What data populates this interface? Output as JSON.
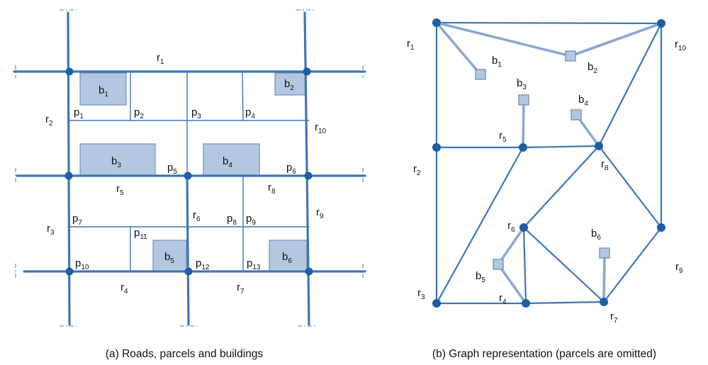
{
  "captions": {
    "a": "(a) Roads, parcels and buildings",
    "b": "(b) Graph representation (parcels are omitted)"
  },
  "colors": {
    "road": "#3b76b8",
    "node": "#1d5fa6",
    "building_fill": "#b3c8e0",
    "building_stroke": "#6f8fb8",
    "dash": "#6a9fd4"
  },
  "panel_a": {
    "roads": [
      {
        "base": "r",
        "sub": "1"
      },
      {
        "base": "r",
        "sub": "2"
      },
      {
        "base": "r",
        "sub": "3"
      },
      {
        "base": "r",
        "sub": "4"
      },
      {
        "base": "r",
        "sub": "5"
      },
      {
        "base": "r",
        "sub": "6"
      },
      {
        "base": "r",
        "sub": "7"
      },
      {
        "base": "r",
        "sub": "8"
      },
      {
        "base": "r",
        "sub": "9"
      },
      {
        "base": "r",
        "sub": "10"
      }
    ],
    "parcels": [
      {
        "base": "p",
        "sub": "1"
      },
      {
        "base": "p",
        "sub": "2"
      },
      {
        "base": "p",
        "sub": "3"
      },
      {
        "base": "p",
        "sub": "4"
      },
      {
        "base": "p",
        "sub": "5"
      },
      {
        "base": "p",
        "sub": "6"
      },
      {
        "base": "p",
        "sub": "7"
      },
      {
        "base": "p",
        "sub": "8"
      },
      {
        "base": "p",
        "sub": "9"
      },
      {
        "base": "p",
        "sub": "10"
      },
      {
        "base": "p",
        "sub": "11"
      },
      {
        "base": "p",
        "sub": "12"
      },
      {
        "base": "p",
        "sub": "13"
      }
    ],
    "buildings": [
      {
        "base": "b",
        "sub": "1"
      },
      {
        "base": "b",
        "sub": "2"
      },
      {
        "base": "b",
        "sub": "3"
      },
      {
        "base": "b",
        "sub": "4"
      },
      {
        "base": "b",
        "sub": "5"
      },
      {
        "base": "b",
        "sub": "6"
      }
    ]
  },
  "panel_b": {
    "roads": [
      {
        "base": "r",
        "sub": "1"
      },
      {
        "base": "r",
        "sub": "2"
      },
      {
        "base": "r",
        "sub": "3"
      },
      {
        "base": "r",
        "sub": "4"
      },
      {
        "base": "r",
        "sub": "5"
      },
      {
        "base": "r",
        "sub": "6"
      },
      {
        "base": "r",
        "sub": "7"
      },
      {
        "base": "r",
        "sub": "8"
      },
      {
        "base": "r",
        "sub": "9"
      },
      {
        "base": "r",
        "sub": "10"
      }
    ],
    "buildings": [
      {
        "base": "b",
        "sub": "1"
      },
      {
        "base": "b",
        "sub": "2"
      },
      {
        "base": "b",
        "sub": "3"
      },
      {
        "base": "b",
        "sub": "4"
      },
      {
        "base": "b",
        "sub": "5"
      },
      {
        "base": "b",
        "sub": "6"
      }
    ]
  }
}
